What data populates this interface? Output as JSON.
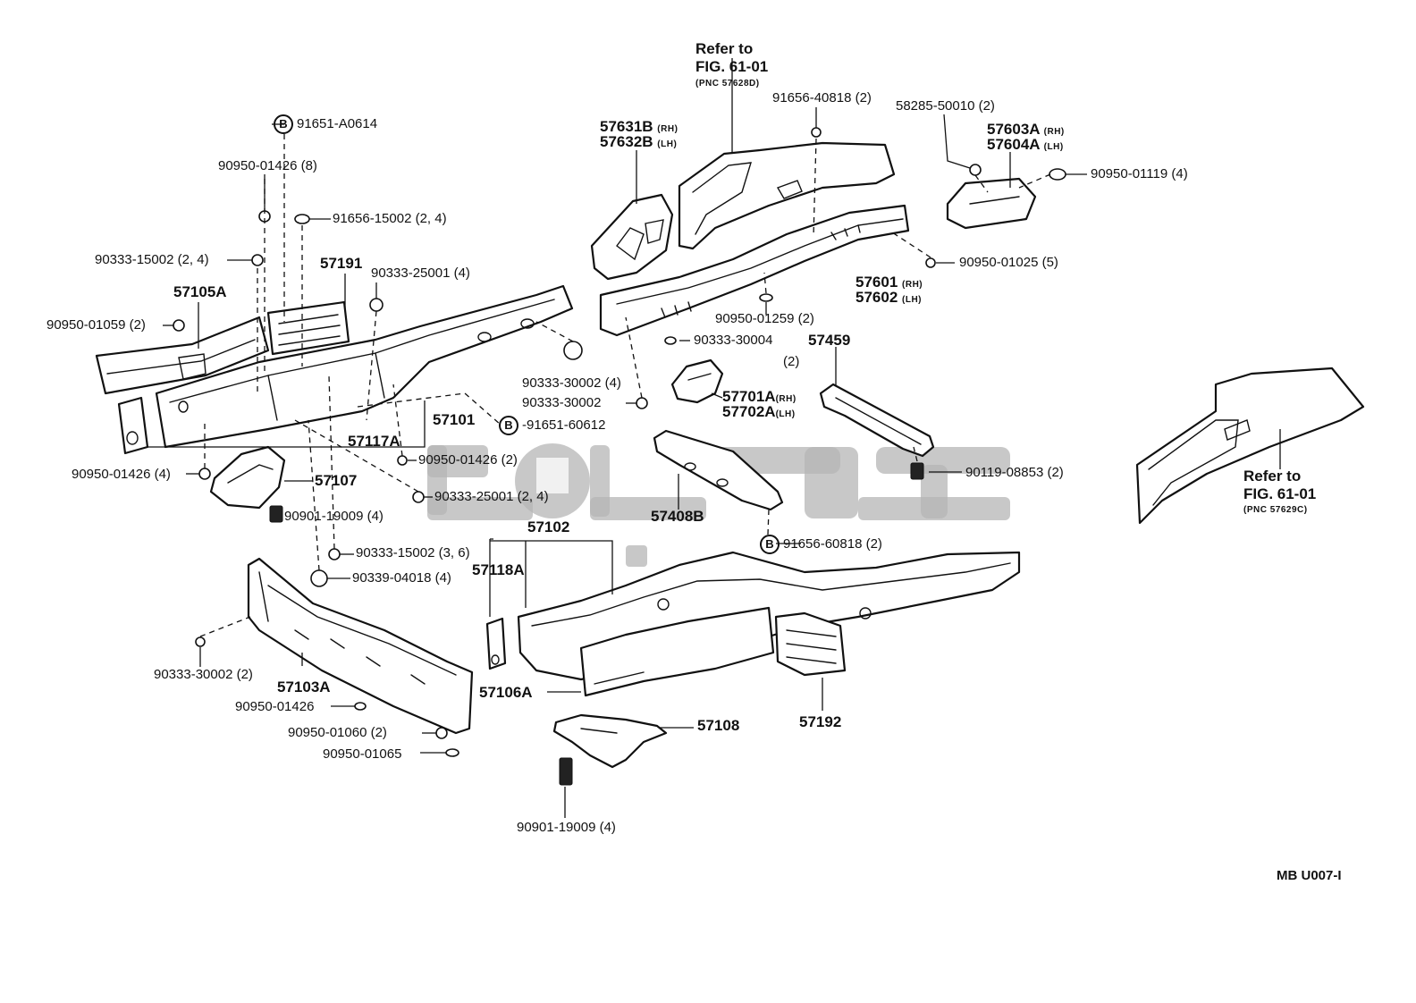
{
  "labels": {
    "refer1_a": "Refer to",
    "refer1_b": "FIG. 61-01",
    "refer1_c": "(PNC 57628D)",
    "refer2_a": "Refer to",
    "refer2_b": "FIG. 61-01",
    "refer2_c": "(PNC 57629C)",
    "p91651A0614": "91651-A0614",
    "p9095001426_8": "90950-01426 (8)",
    "p9165615002": "91656-15002 (2, 4)",
    "p9033315002_24": "90333-15002 (2, 4)",
    "p57191": "57191",
    "p9033325001_4": "90333-25001 (4)",
    "p57105A": "57105A",
    "p9095001059": "90950-01059 (2)",
    "p9033330002_4": "90333-30002 (4)",
    "p9033330002": "90333-30002",
    "p57101": "57101",
    "p9165160612": "-91651-60612",
    "p57117A": "57117A",
    "p9095001426_4": "90950-01426 (4)",
    "p9095001426_2": "90950-01426 (2)",
    "p57107": "57107",
    "p9033325001_24": "90333-25001 (2, 4)",
    "p9090119009_a": "90901-19009 (4)",
    "p57102": "57102",
    "p9033315002_36": "90333-15002 (3, 6)",
    "p57118A": "57118A",
    "p9033904018": "90339-04018 (4)",
    "p9033330002_2": "90333-30002 (2)",
    "p57103A": "57103A",
    "p9095001426": "90950-01426",
    "p9095001060": "90950-01060 (2)",
    "p9095001065": "90950-01065",
    "p57106A": "57106A",
    "p57108": "57108",
    "p9090119009_b": "90901-19009 (4)",
    "p57192": "57192",
    "p57631B": "57631B",
    "p57632B": "57632B",
    "rh": "(RH)",
    "lh": "(LH)",
    "p9165640818": "91656-40818 (2)",
    "p5828550010": "58285-50010 (2)",
    "p57603A": "57603A",
    "p57604A": "57604A",
    "p9095001119": "90950-01119 (4)",
    "p9095001025": "90950-01025 (5)",
    "p57601": "57601",
    "p57602": "57602",
    "p9095001259": "90950-01259 (2)",
    "p9033330004": "90333-30004",
    "p9033330004_qty": "(2)",
    "p57459": "57459",
    "p57701A": "57701A",
    "p57702A": "57702A",
    "p9011908853": "90119-08853 (2)",
    "p57408B": "57408B",
    "p9165660818": "91656-60818 (2)",
    "callout_b": "B",
    "figure_code": "MB U007-I"
  },
  "colors": {
    "line": "#111111",
    "watermark": "#b5b5b5",
    "background": "#ffffff"
  }
}
